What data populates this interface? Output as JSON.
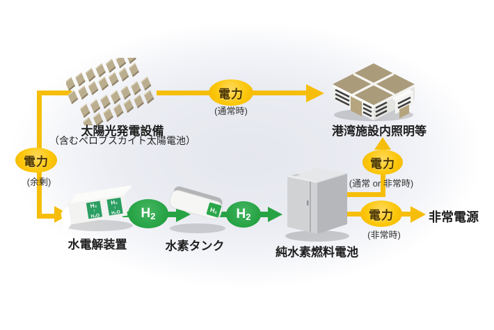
{
  "diagram": {
    "title_none_visible": "",
    "nodes": {
      "solar": {
        "label": "太陽光発電設備",
        "sublabel": "（含むペロブスカイト太陽電池）"
      },
      "building": {
        "label": "港湾施設内照明等"
      },
      "electrolyzer": {
        "label": "水電解装置",
        "panel": {
          "h2": "H₂",
          "arrow": "↑",
          "h2o": "H₂O"
        }
      },
      "tank": {
        "label": "水素タンク",
        "badge": "H₂"
      },
      "fuelcell": {
        "label": "純水素燃料電池"
      },
      "emergency": {
        "label": "非常電源"
      }
    },
    "flows": {
      "solar_to_building": {
        "label": "電力",
        "note": "(通常時)"
      },
      "solar_surplus": {
        "label": "電力",
        "note": "(余剰)"
      },
      "electrolyzer_to_tank": {
        "label": "H",
        "sub": "2"
      },
      "tank_to_fuelcell": {
        "label": "H",
        "sub": "2"
      },
      "fuelcell_to_building": {
        "label": "電力",
        "note": "(通常 or 非常時)"
      },
      "fuelcell_to_emergency": {
        "label": "電力",
        "note": "(非常時)"
      }
    },
    "colors": {
      "power_yellow": "#f6be0b",
      "h2_green": "#27a344",
      "electrolyzer_panel_green": "#2b9e62",
      "oval_text_brown": "#4a3500",
      "label_black": "#1e1e1e"
    }
  }
}
